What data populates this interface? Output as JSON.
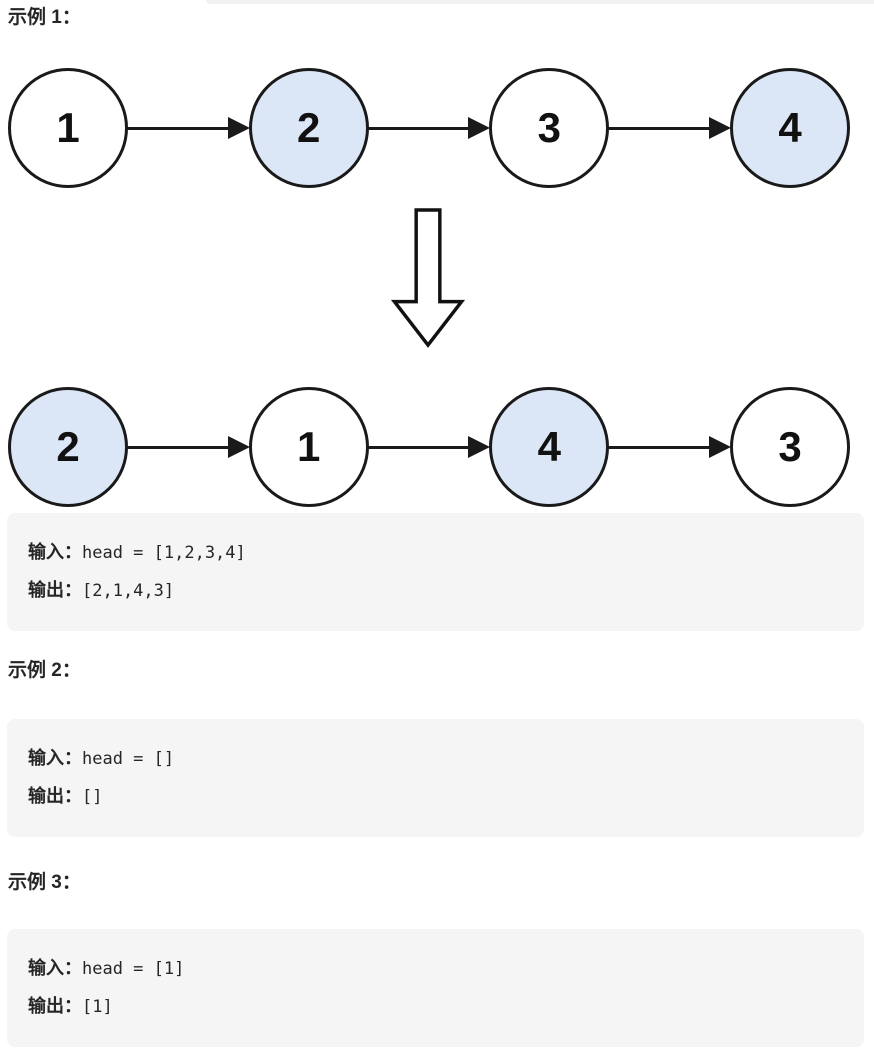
{
  "examples": [
    {
      "heading": "示例 1：",
      "input_label": "输入：",
      "input_code": "head = [1,2,3,4]",
      "output_label": "输出：",
      "output_code": "[2,1,4,3]"
    },
    {
      "heading": "示例 2：",
      "input_label": "输入：",
      "input_code": "head = []",
      "output_label": "输出：",
      "output_code": "[]"
    },
    {
      "heading": "示例 3：",
      "input_label": "输入：",
      "input_code": "head = [1]",
      "output_label": "输出：",
      "output_code": "[1]"
    }
  ],
  "diagram": {
    "before_nodes": [
      {
        "value": "1",
        "highlighted": false
      },
      {
        "value": "2",
        "highlighted": true
      },
      {
        "value": "3",
        "highlighted": false
      },
      {
        "value": "4",
        "highlighted": true
      }
    ],
    "after_nodes": [
      {
        "value": "2",
        "highlighted": true
      },
      {
        "value": "1",
        "highlighted": false
      },
      {
        "value": "4",
        "highlighted": true
      },
      {
        "value": "3",
        "highlighted": false
      }
    ],
    "transform_icon": "hollow-down-arrow",
    "colors": {
      "node_fill_highlight": "#dbe6f6",
      "node_fill_default": "#ffffff",
      "node_stroke": "#1a1a1a",
      "arrow_color": "#1a1a1a",
      "code_block_bg": "#f5f5f5",
      "heading_text": "#262626",
      "top_strip": "#f2f2f2"
    }
  }
}
